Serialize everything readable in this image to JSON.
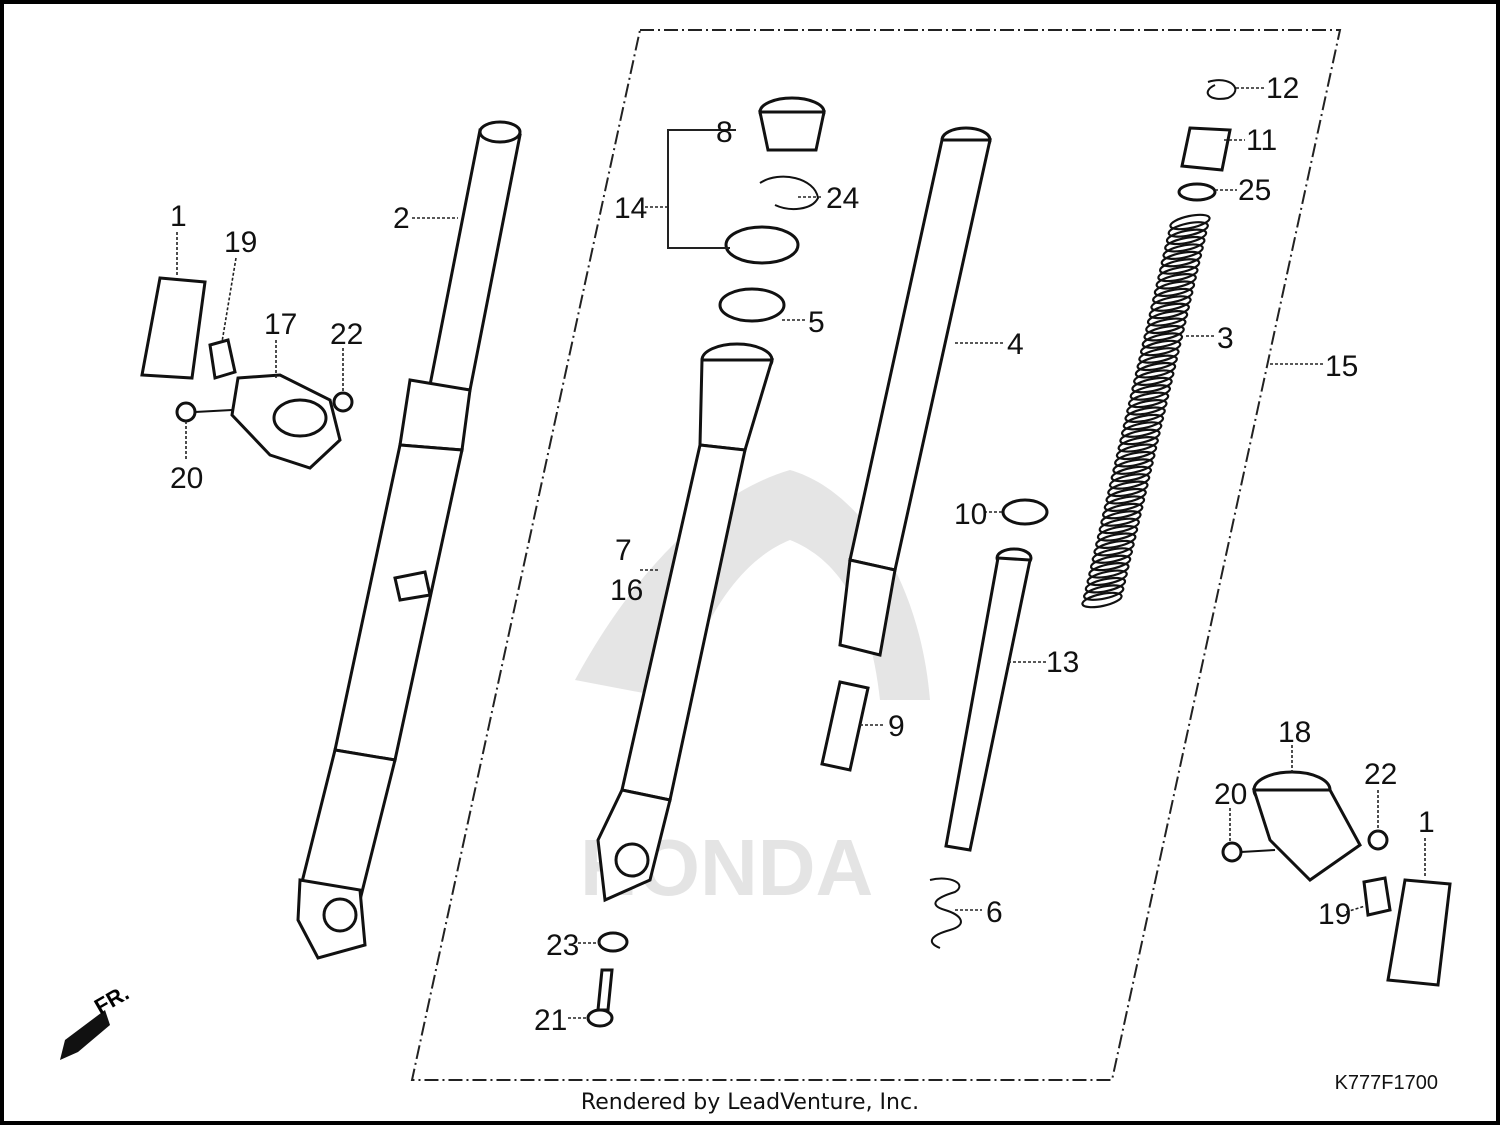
{
  "diagram": {
    "callouts": [
      {
        "id": "c1a",
        "text": "1"
      },
      {
        "id": "c19a",
        "text": "19"
      },
      {
        "id": "c17",
        "text": "17"
      },
      {
        "id": "c22a",
        "text": "22"
      },
      {
        "id": "c20a",
        "text": "20"
      },
      {
        "id": "c2",
        "text": "2"
      },
      {
        "id": "c8",
        "text": "8"
      },
      {
        "id": "c14",
        "text": "14"
      },
      {
        "id": "c24",
        "text": "24"
      },
      {
        "id": "c5",
        "text": "5"
      },
      {
        "id": "c7",
        "text": "7"
      },
      {
        "id": "c16",
        "text": "16"
      },
      {
        "id": "c4",
        "text": "4"
      },
      {
        "id": "c9",
        "text": "9"
      },
      {
        "id": "c10",
        "text": "10"
      },
      {
        "id": "c13",
        "text": "13"
      },
      {
        "id": "c6",
        "text": "6"
      },
      {
        "id": "c12",
        "text": "12"
      },
      {
        "id": "c11",
        "text": "11"
      },
      {
        "id": "c25",
        "text": "25"
      },
      {
        "id": "c3",
        "text": "3"
      },
      {
        "id": "c15",
        "text": "15"
      },
      {
        "id": "c23",
        "text": "23"
      },
      {
        "id": "c21",
        "text": "21"
      },
      {
        "id": "c18",
        "text": "18"
      },
      {
        "id": "c20b",
        "text": "20"
      },
      {
        "id": "c22b",
        "text": "22"
      },
      {
        "id": "c1b",
        "text": "1"
      },
      {
        "id": "c19b",
        "text": "19"
      }
    ],
    "watermark_text": "HONDA",
    "front_arrow_label": "FR.",
    "drawing_code": "K777F1700",
    "caption": "Rendered by LeadVenture, Inc."
  }
}
